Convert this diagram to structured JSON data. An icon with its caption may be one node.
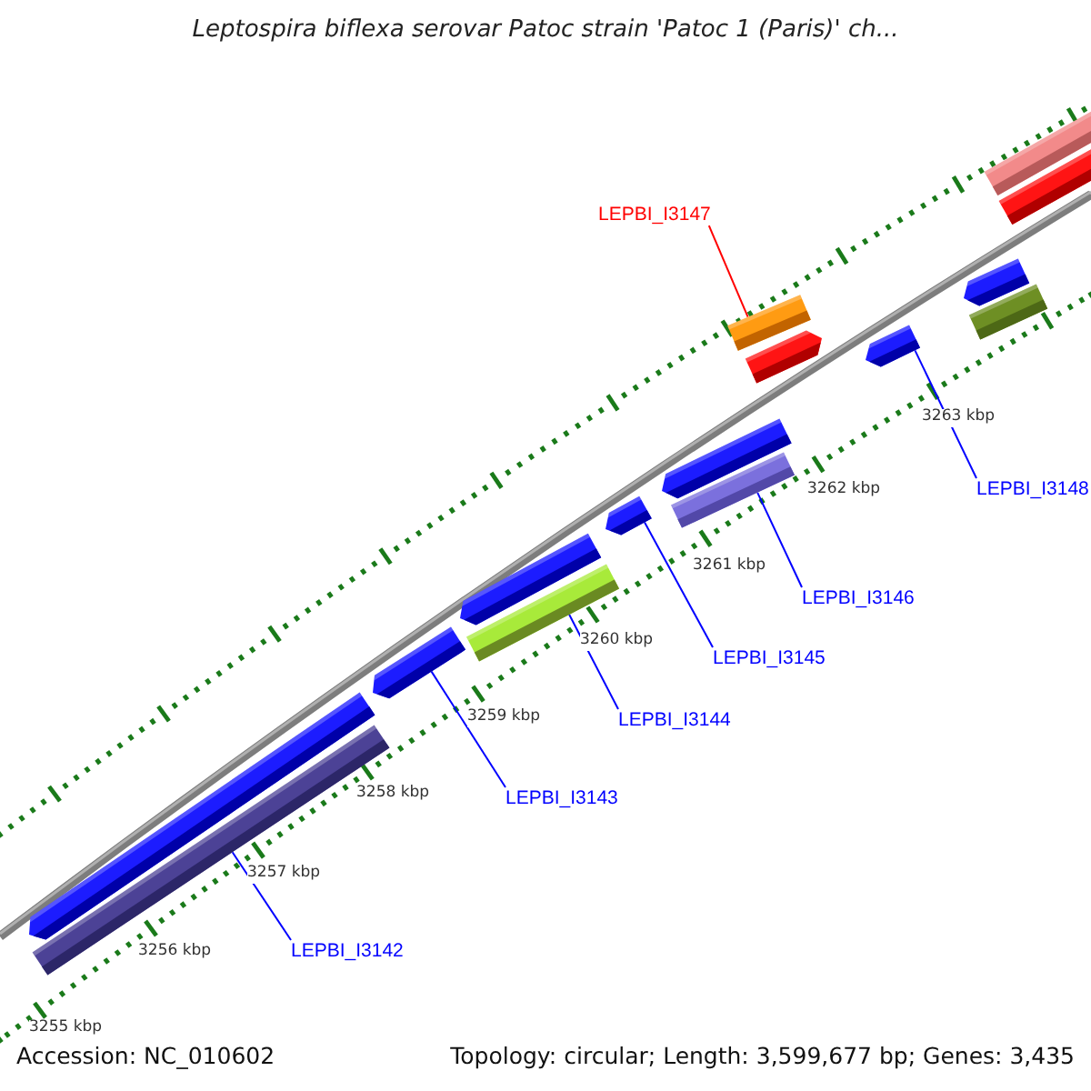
{
  "diagram": {
    "title": "Leptospira biflexa serovar Patoc strain 'Patoc 1 (Paris)' ch...",
    "nodes": [
      {
        "text": [
          "LEPBI_I3147"
        ]
      },
      {
        "text": [],
        "shape": "bar"
      },
      {
        "text": [
          "LEPBI_I3148"
        ]
      },
      {
        "text": [],
        "shape": "arrow"
      },
      {
        "text": [
          "LEPBI_I3146"
        ]
      },
      {
        "text": [],
        "shape": "bar"
      },
      {
        "text": [
          "LEPBI_I3145"
        ]
      },
      {
        "text": [],
        "shape": "arrow"
      },
      {
        "text": [
          "LEPBI_I3144"
        ]
      },
      {
        "text": [],
        "shape": "bar"
      },
      {
        "text": [
          "LEPBI_I3143"
        ]
      },
      {
        "text": [],
        "shape": "arrow"
      },
      {
        "text": [
          "LEPBI_I3142"
        ]
      },
      {
        "text": [],
        "shape": "bar"
      }
    ],
    "edges": [
      {
        "from": 0,
        "to": 1,
        "arrow": "none",
        "color": "#ff0000"
      },
      {
        "from": 2,
        "to": 3,
        "arrow": "none"
      },
      {
        "from": 4,
        "to": 5,
        "arrow": "none"
      },
      {
        "from": 6,
        "to": 7,
        "arrow": "none"
      },
      {
        "from": 8,
        "to": 9,
        "arrow": "none"
      },
      {
        "from": 10,
        "to": 11,
        "arrow": "none"
      },
      {
        "from": 12,
        "to": 13,
        "arrow": "none"
      }
    ],
    "labels": [
      "3263 kbp",
      "3262 kbp",
      "3261 kbp",
      "3260 kbp",
      "3259 kbp",
      "3258 kbp",
      "3257 kbp",
      "3256 kbp",
      "3255 kbp",
      "Accession: NC_010602",
      "Topology: circular; Length: 3,599,677 bp; Genes: 3,435"
    ]
  }
}
